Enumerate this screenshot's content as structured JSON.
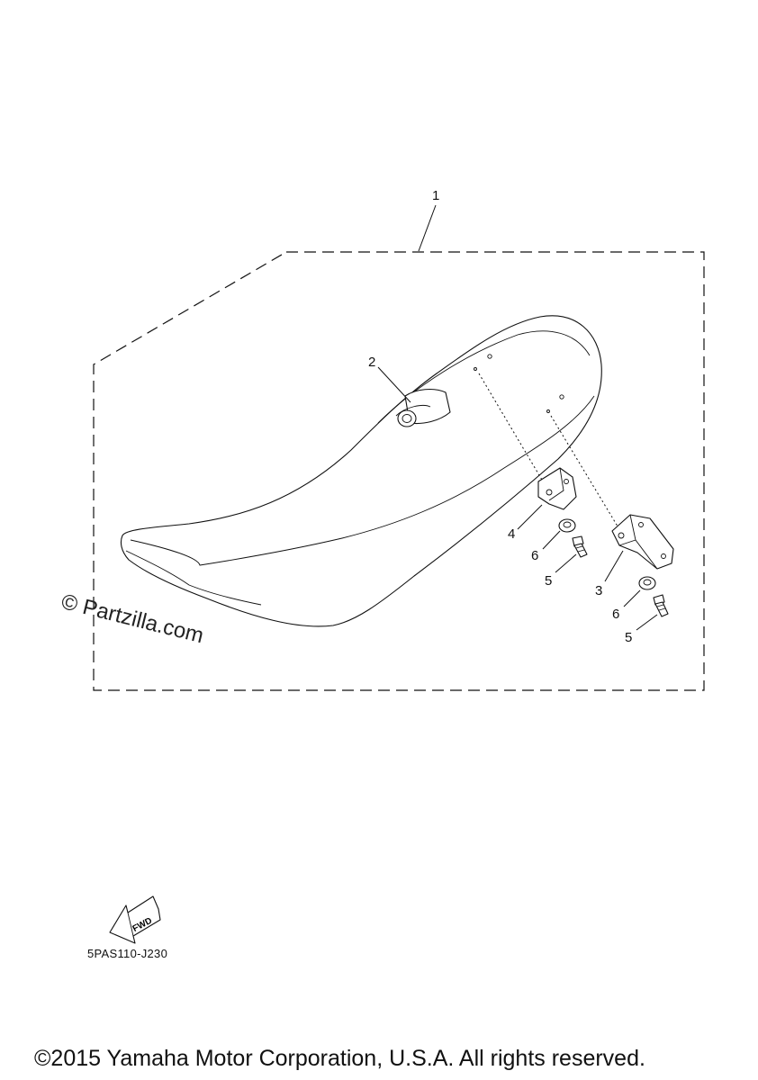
{
  "callouts": {
    "seat_assembly": "1",
    "grab_strap": "2",
    "rear_bracket": "3",
    "front_bracket": "4",
    "bolt_front": "5",
    "bolt_rear": "5",
    "washer_front": "6",
    "washer_rear": "6"
  },
  "fwd_arrow_label": "FWD",
  "diagram_code": "5PAS110-J230",
  "watermark": "© Partzilla.com",
  "copyright": "©2015 Yamaha Motor Corporation, U.S.A. All rights reserved.",
  "icons": [
    "fwd-arrow-icon"
  ]
}
